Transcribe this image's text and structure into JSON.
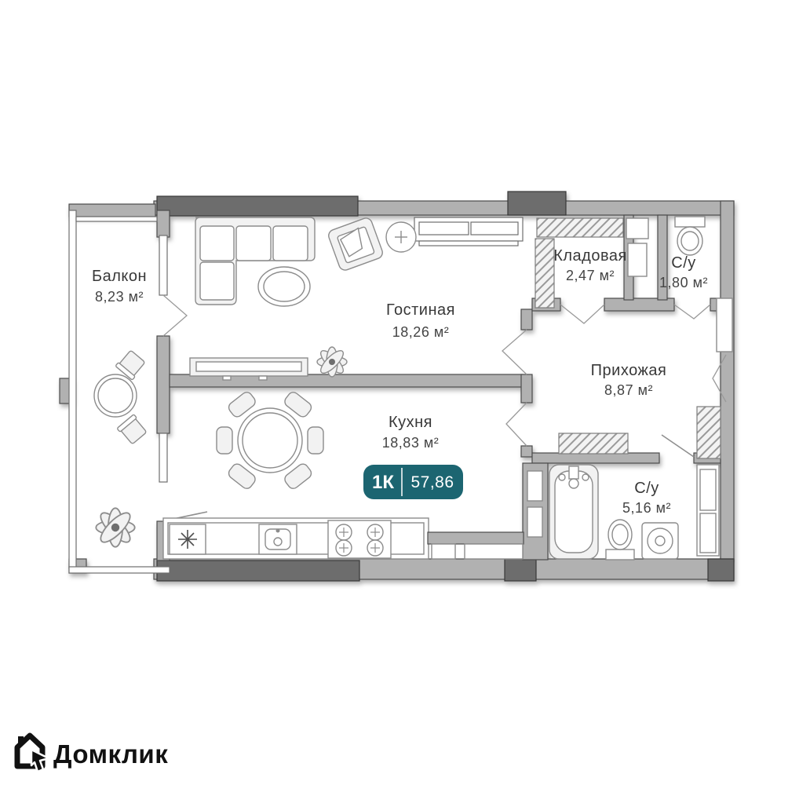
{
  "plan": {
    "rooms": [
      {
        "id": "balcony",
        "name": "Балкон",
        "area": "8,23 м²"
      },
      {
        "id": "living-room",
        "name": "Гостиная",
        "area": "18,26 м²"
      },
      {
        "id": "kitchen",
        "name": "Кухня",
        "area": "18,83 м²"
      },
      {
        "id": "storage",
        "name": "Кладовая",
        "area": "2,47 м²"
      },
      {
        "id": "bathroom-small",
        "name": "С/у",
        "area": "1,80 м²"
      },
      {
        "id": "hallway",
        "name": "Прихожая",
        "area": "8,87 м²"
      },
      {
        "id": "bathroom-large",
        "name": "С/у",
        "area": "5,16 м²"
      }
    ],
    "badge": {
      "rooms_label": "1К",
      "total_area": "57,86"
    }
  },
  "branding": {
    "logo_text": "Домклик"
  },
  "colors": {
    "badge_teal": "#1c6571",
    "wall_gray": "#b1b1b1",
    "wall_dark": "#6d6d6d",
    "label_text": "#383838",
    "logo_black": "#111111"
  }
}
